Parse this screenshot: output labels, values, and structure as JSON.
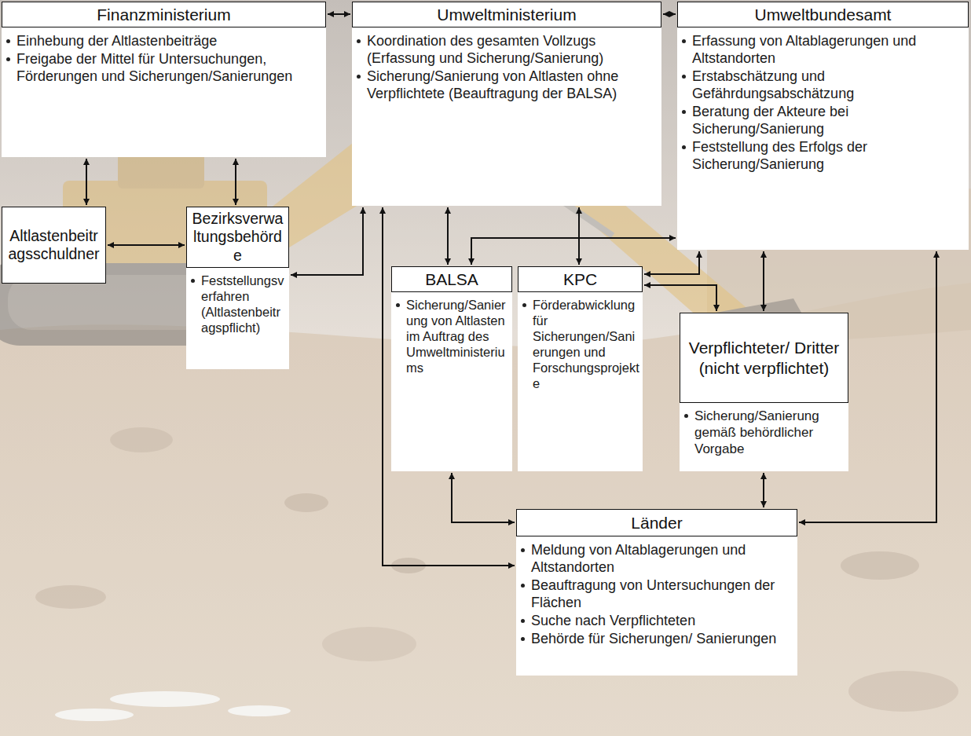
{
  "diagram": {
    "nodes": [
      {
        "text": [
          "Finanzministerium",
          "Einhebung der Altlastenbeiträge",
          "Freigabe der Mittel für Untersuchungen, Förderungen und Sicherungen/Sanierungen"
        ]
      },
      {
        "text": [
          "Umweltministerium",
          "Koordination des gesamten Vollzugs (Erfassung und Sicherung/Sanierung)",
          "Sicherung/Sanierung von Altlasten ohne Verpflichtete (Beauftragung der BALSA)"
        ]
      },
      {
        "text": [
          "Umweltbundesamt",
          "Erfassung von Altablagerungen und Altstandorten",
          "Erstabschätzung und Gefährdungsabschätzung",
          "Beratung der Akteure bei Sicherung/Sanierung",
          "Feststellung des Erfolgs der Sicherung/Sanierung"
        ]
      },
      {
        "text": [
          "Altlastenbeitragsschuldner"
        ]
      },
      {
        "text": [
          "Bezirksverwaltungsbehörde",
          "Feststellungsverfahren (Altlastenbeitragspflicht)"
        ]
      },
      {
        "text": [
          "BALSA",
          "Sicherung/Sanierung von Altlasten im Auftrag des Umweltministeriums"
        ]
      },
      {
        "text": [
          "KPC",
          "Förderabwicklung für Sicherungen/Sanierungen und Forschungsprojekte"
        ]
      },
      {
        "text": [
          "Verpflichteter/ Dritter (nicht verpflichtet)",
          "Sicherung/Sanierung gemäß behördlicher Vorgabe"
        ]
      },
      {
        "text": [
          "Länder",
          "Meldung von Altablagerungen und Altstandorten",
          "Beauftragung von Untersuchungen der Flächen",
          "Suche nach Verpflichteten",
          "Behörde für Sicherungen/ Sanierungen"
        ]
      }
    ],
    "edges": [
      {
        "from": 0,
        "to": 1,
        "arrow": "both"
      },
      {
        "from": 1,
        "to": 2,
        "arrow": "both"
      },
      {
        "from": 0,
        "to": 3,
        "arrow": "both"
      },
      {
        "from": 0,
        "to": 4,
        "arrow": "both"
      },
      {
        "from": 3,
        "to": 4,
        "arrow": "both"
      },
      {
        "from": 4,
        "to": 1,
        "arrow": "both"
      },
      {
        "from": 1,
        "to": 8,
        "arrow": "both"
      },
      {
        "from": 1,
        "to": 5,
        "arrow": "both"
      },
      {
        "from": 1,
        "to": 6,
        "arrow": "both"
      },
      {
        "from": 5,
        "to": 2,
        "arrow": "both"
      },
      {
        "from": 6,
        "to": 2,
        "arrow": "both"
      },
      {
        "from": 6,
        "to": 7,
        "arrow": "both"
      },
      {
        "from": 2,
        "to": 7,
        "arrow": "both"
      },
      {
        "from": 7,
        "to": 8,
        "arrow": "both"
      },
      {
        "from": 5,
        "to": 8,
        "arrow": "both"
      },
      {
        "from": 2,
        "to": 8,
        "arrow": "both"
      }
    ]
  }
}
